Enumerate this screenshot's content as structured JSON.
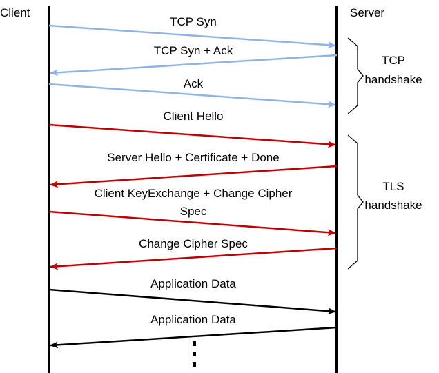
{
  "actors": {
    "client": "Client",
    "server": "Server"
  },
  "colors": {
    "tcp": "#8fb4e3",
    "tls": "#c00000",
    "app": "#000000"
  },
  "messages": [
    {
      "label_lines": [
        "TCP Syn"
      ],
      "direction": "to-server",
      "phase": "tcp"
    },
    {
      "label_lines": [
        "TCP Syn + Ack"
      ],
      "direction": "to-client",
      "phase": "tcp"
    },
    {
      "label_lines": [
        "Ack"
      ],
      "direction": "to-server",
      "phase": "tcp"
    },
    {
      "label_lines": [
        "Client Hello"
      ],
      "direction": "to-server",
      "phase": "tls"
    },
    {
      "label_lines": [
        "Server Hello + Certificate + Done"
      ],
      "direction": "to-client",
      "phase": "tls"
    },
    {
      "label_lines": [
        "Client KeyExchange + Change Cipher",
        "Spec"
      ],
      "direction": "to-server",
      "phase": "tls"
    },
    {
      "label_lines": [
        "Change Cipher Spec"
      ],
      "direction": "to-client",
      "phase": "tls"
    },
    {
      "label_lines": [
        "Application Data"
      ],
      "direction": "to-server",
      "phase": "app"
    },
    {
      "label_lines": [
        "Application Data"
      ],
      "direction": "to-client",
      "phase": "app"
    }
  ],
  "groups": [
    {
      "label_lines": [
        "TCP",
        "handshake"
      ]
    },
    {
      "label_lines": [
        "TLS",
        "handshake"
      ]
    }
  ],
  "continuation": "more-messages-ellipsis"
}
